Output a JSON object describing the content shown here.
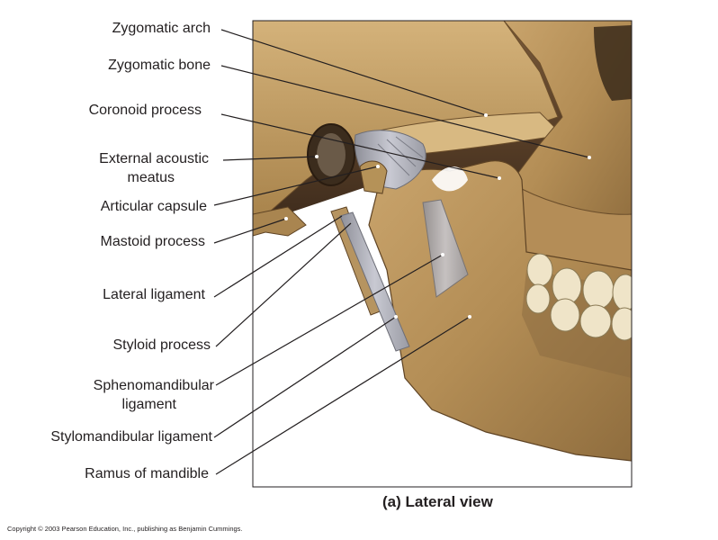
{
  "labels": {
    "zygomatic_arch": "Zygomatic arch",
    "zygomatic_bone": "Zygomatic bone",
    "coronoid_process": "Coronoid process",
    "external_acoustic_meatus_1": "External acoustic",
    "external_acoustic_meatus_2": "meatus",
    "articular_capsule": "Articular capsule",
    "mastoid_process": "Mastoid process",
    "lateral_ligament": "Lateral ligament",
    "styloid_process": "Styloid process",
    "sphenomandibular_ligament_1": "Sphenomandibular",
    "sphenomandibular_ligament_2": "ligament",
    "stylomandibular_ligament": "Stylomandibular ligament",
    "ramus_of_mandible": "Ramus of mandible"
  },
  "caption": "(a) Lateral view",
  "copyright": "Copyright © 2003 Pearson Education, Inc., publishing as Benjamin Cummings."
}
